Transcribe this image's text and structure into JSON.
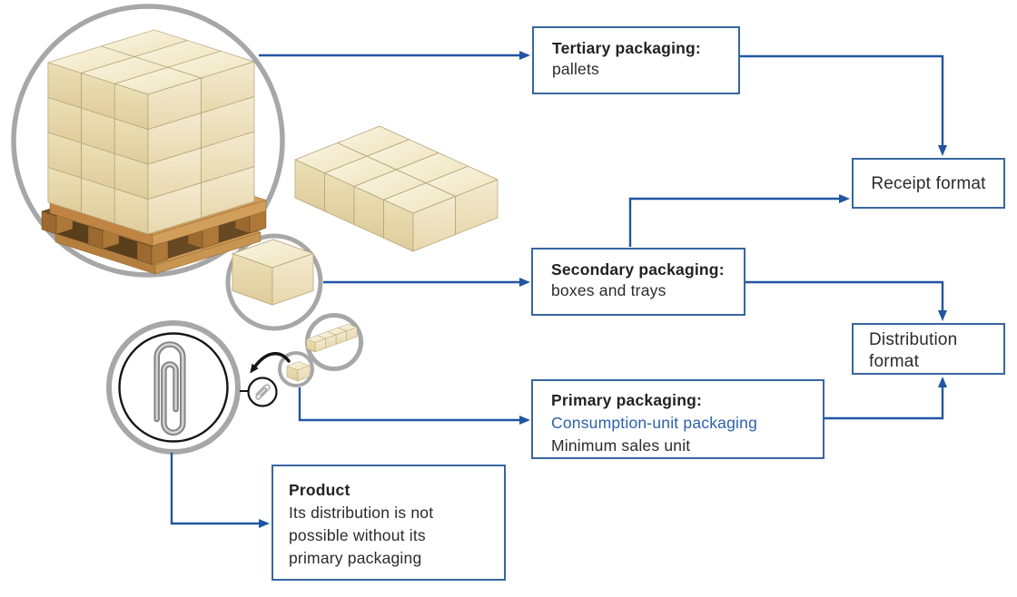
{
  "flow_boxes": {
    "tertiary": {
      "title": "Tertiary packaging:",
      "body": "pallets"
    },
    "secondary": {
      "title": "Secondary packaging:",
      "body": "boxes and trays"
    },
    "primary": {
      "title": "Primary packaging:",
      "consumption": "Consumption-unit packaging",
      "minimum": "Minimum sales unit"
    },
    "receipt": {
      "label": "Receipt format"
    },
    "distribution": {
      "label": "Distribution format"
    },
    "product": {
      "title": "Product",
      "body": "Its distribution is not possible without its primary packaging"
    }
  },
  "illustrations": {
    "pallet": "pallet-of-boxes",
    "tray": "tray-of-boxes",
    "box": "single-box",
    "multipack": "multipack-strip",
    "unit_box": "consumption-unit-box",
    "paperclip": "paperclip-product",
    "paperclip_callout": "paperclip-magnified"
  },
  "colors": {
    "arrow": "#2155a3",
    "box_border": "#38669f",
    "text": "#2b2b2b",
    "highlight_text": "#2b62ac",
    "circle_stroke": "#a7a7a7",
    "cardboard": "#ecdfb4",
    "wood": "#c08a45"
  }
}
